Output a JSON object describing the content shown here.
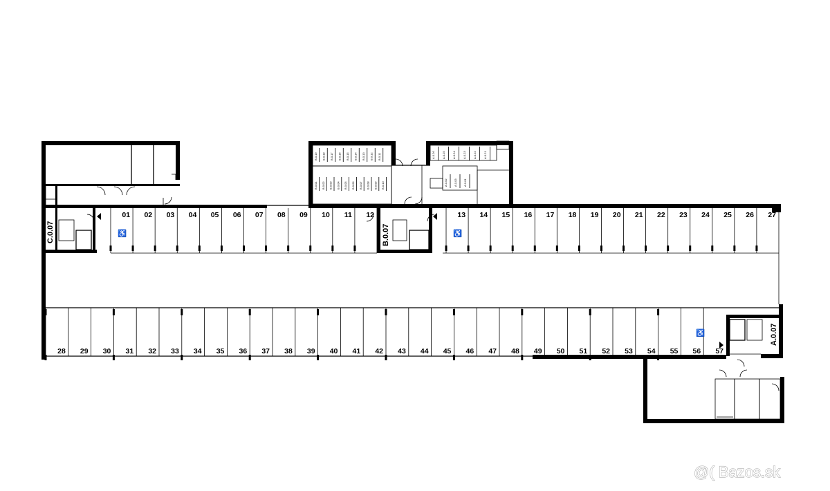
{
  "top_row_spots": [
    "01",
    "02",
    "03",
    "04",
    "05",
    "06",
    "07",
    "08",
    "09",
    "10",
    "11",
    "12",
    "13",
    "14",
    "15",
    "16",
    "17",
    "18",
    "19",
    "20",
    "21",
    "22",
    "23",
    "24",
    "25",
    "26",
    "27"
  ],
  "bottom_row_spots": [
    "28",
    "29",
    "30",
    "31",
    "32",
    "33",
    "34",
    "35",
    "36",
    "37",
    "38",
    "39",
    "40",
    "41",
    "42",
    "43",
    "44",
    "45",
    "46",
    "47",
    "48",
    "49",
    "50",
    "51",
    "52",
    "53",
    "54",
    "55",
    "56",
    "57"
  ],
  "stair_labels": {
    "c": "C.0.07",
    "b": "B.0.07",
    "a": "A.0.07"
  },
  "locker_labels_b_top": [
    "B.0.19",
    "B.0.18",
    "B.0.17",
    "B.0.16",
    "B.0.15",
    "B.0.14",
    "B.0.13",
    "B.0.12",
    "B.0.11"
  ],
  "locker_labels_b_mid": [
    "B.0.01",
    "B.0.02",
    "B.0.03",
    "B.0.04",
    "B.0.05",
    "B.0.06",
    "B.0.07",
    "B.0.08",
    "B.0.09",
    "B.0.10"
  ],
  "locker_labels_a_top": [
    "A.0.26",
    "A.0.25",
    "A.0.24",
    "A.0.23",
    "A.0.22",
    "A.0.21"
  ],
  "locker_labels_a_small": [
    "A.0.02",
    "A.0.03",
    "A.0.01"
  ],
  "accessibility_symbol": "♿",
  "watermark": "@( Bazos.sk",
  "colors": {
    "wall": "#000000",
    "background": "#ffffff",
    "watermark_stroke": "#b0b0b0"
  }
}
